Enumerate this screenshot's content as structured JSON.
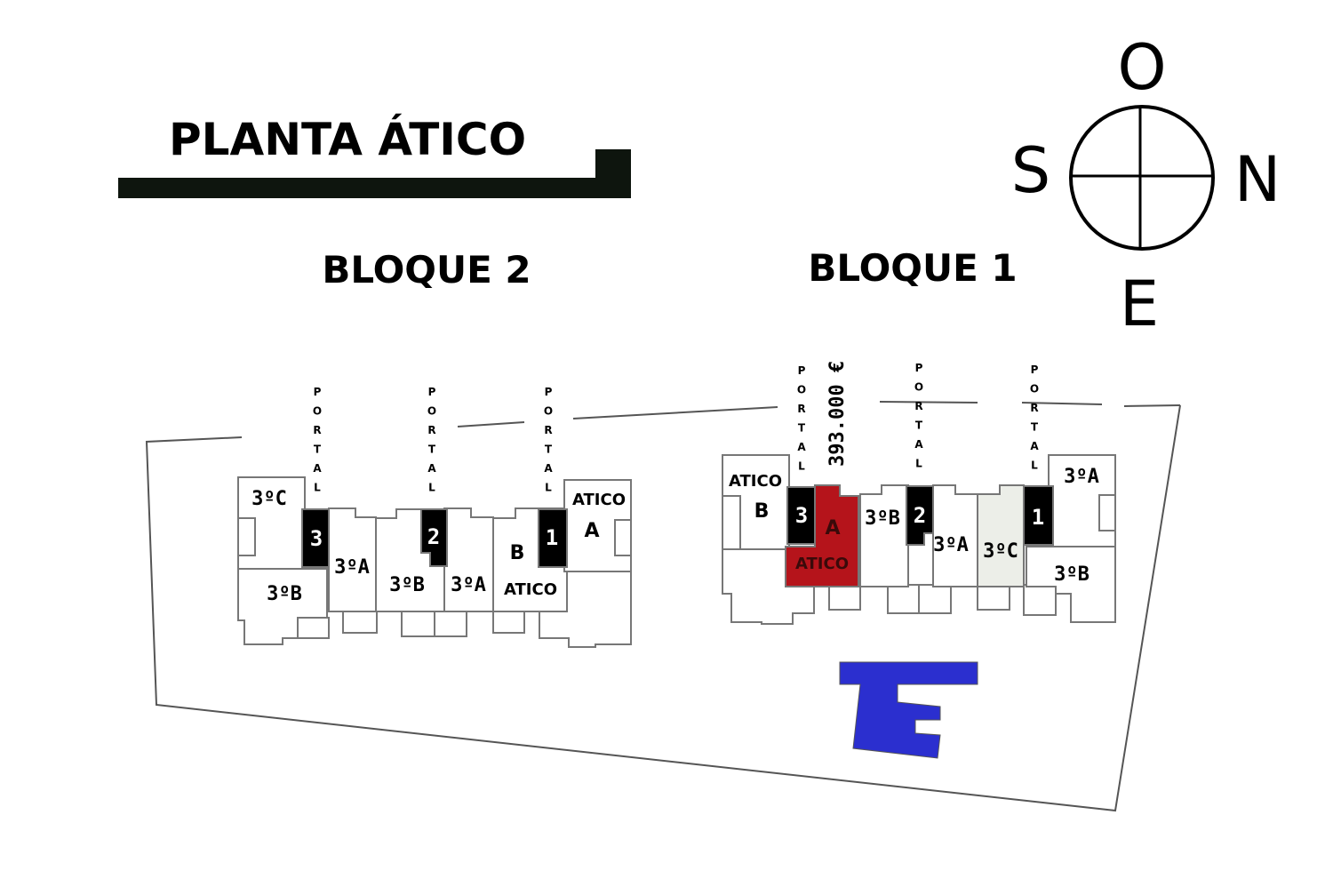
{
  "title": "PLANTA ÁTICO",
  "compass": {
    "north": "N",
    "south": "S",
    "east": "E",
    "west": "O"
  },
  "blocks": {
    "bloque2": {
      "name": "BLOQUE 2",
      "portal_label": "PORTAL",
      "stairs": [
        "3",
        "2",
        "1"
      ],
      "units": {
        "c3": "3ºC",
        "b3": "3ºB",
        "a3_1": "3ºA",
        "b3_2": "3ºB",
        "a3_2": "3ºA",
        "atico_b_letter": "B",
        "atico_b_word": "ATICO",
        "atico_a_word": "ATICO",
        "atico_a_letter": "A"
      }
    },
    "bloque1": {
      "name": "BLOQUE 1",
      "portal_label": "PORTAL",
      "stairs": [
        "3",
        "2",
        "1"
      ],
      "price": "393.000 €",
      "units": {
        "atico_b_word": "ATICO",
        "atico_b_letter": "B",
        "atico_a_letter": "A",
        "atico_a_word": "ATICO",
        "b3_1": "3ºB",
        "a3_1": "3ºA",
        "c3": "3ºC",
        "a3_2": "3ºA",
        "b3_2": "3ºB"
      }
    }
  },
  "colors": {
    "highlight": "#b5141b",
    "pool": "#2b2fcf",
    "light_unit": "#eceee8",
    "title_bar": "#0e150e"
  }
}
